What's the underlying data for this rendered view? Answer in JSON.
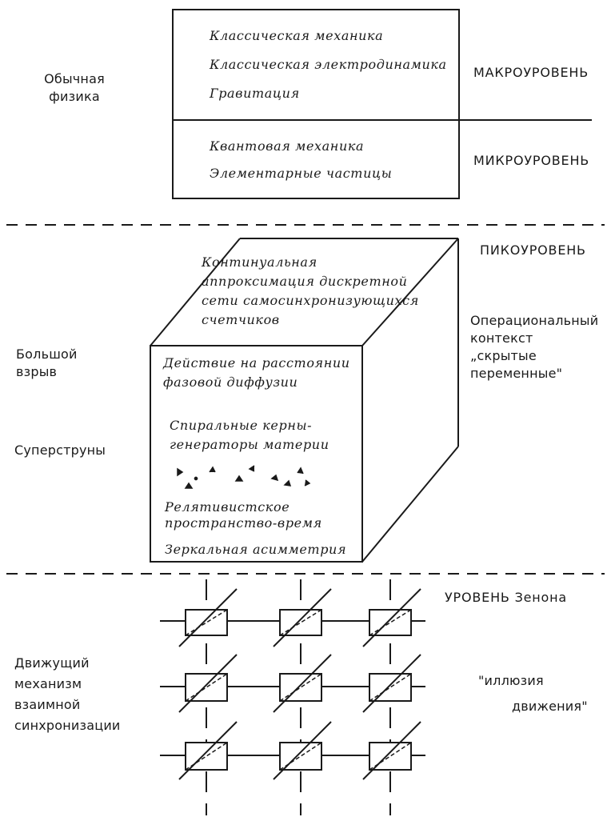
{
  "top": {
    "left_label": "Обычная\nфизика",
    "macro_label": "МАКРОУРОВЕНЬ",
    "micro_label": "МИКРОУРОВЕНЬ",
    "box_upper_lines": [
      "Классическая механика",
      "Классическая электродинамика",
      "Гравитация"
    ],
    "box_lower_lines": [
      "Квантовая механика",
      "Элементарные частицы"
    ]
  },
  "pico": {
    "level_label": "ПИКОУРОВЕНЬ",
    "cube_top_text": "Континуальная\nаппроксимация дискретной\nсети самосинхронизующихся\nсчетчиков",
    "right_context": "Операциональный\nконтекст\n„скрытые\nпеременные\"",
    "big_bang": "Большой\nвзрыв",
    "superstrings": "Суперструны",
    "front_action": "Действие на расстоянии\nфазовой диффузии",
    "front_spiral": "Спиральные керны-\nгенераторы материи",
    "front_relativistic": "Релятивистское\nпространство-время",
    "front_mirror": "Зеркальная асимметрия"
  },
  "zero": {
    "level_label": "УРОВЕНЬ Зенона",
    "left_label": "Движущий\nмеханизм\nвзаимной\nсинхронизации",
    "illusion_line1": "\"иллюзия",
    "illusion_line2": "движения\""
  }
}
